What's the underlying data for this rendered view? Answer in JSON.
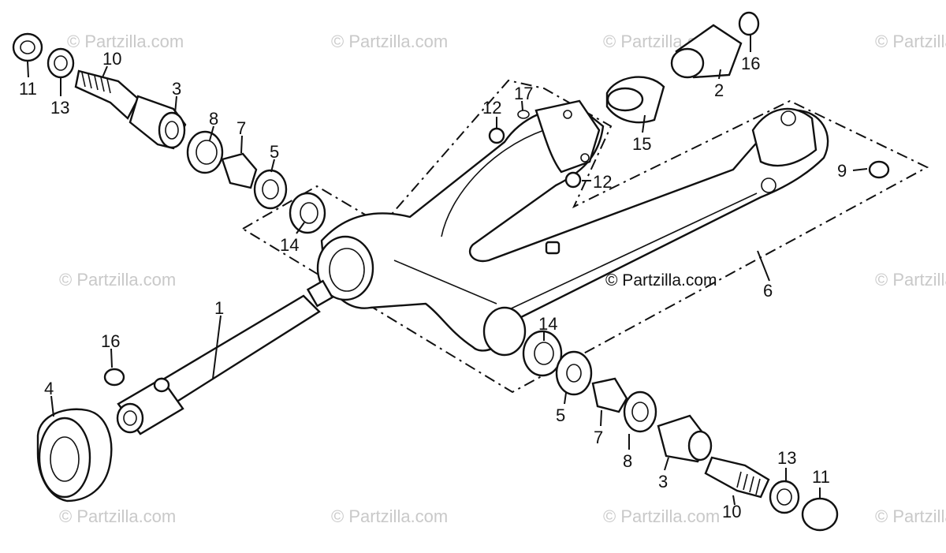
{
  "copyright_label": "© Partzilla.com",
  "watermark_text": "© Partzilla.com",
  "callouts": [
    {
      "id": "11-top",
      "text": "11"
    },
    {
      "id": "13-top",
      "text": "13"
    },
    {
      "id": "10-top",
      "text": "10"
    },
    {
      "id": "3-top",
      "text": "3"
    },
    {
      "id": "8-top",
      "text": "8"
    },
    {
      "id": "7-top",
      "text": "7"
    },
    {
      "id": "5-top",
      "text": "5"
    },
    {
      "id": "14-top",
      "text": "14"
    },
    {
      "id": "12-left",
      "text": "12"
    },
    {
      "id": "17",
      "text": "17"
    },
    {
      "id": "12-right",
      "text": "12"
    },
    {
      "id": "15",
      "text": "15"
    },
    {
      "id": "2",
      "text": "2"
    },
    {
      "id": "16-top",
      "text": "16"
    },
    {
      "id": "9",
      "text": "9"
    },
    {
      "id": "6",
      "text": "6"
    },
    {
      "id": "1",
      "text": "1"
    },
    {
      "id": "16-left",
      "text": "16"
    },
    {
      "id": "4",
      "text": "4"
    },
    {
      "id": "14-bottom",
      "text": "14"
    },
    {
      "id": "5-bottom",
      "text": "5"
    },
    {
      "id": "7-bottom",
      "text": "7"
    },
    {
      "id": "8-bottom",
      "text": "8"
    },
    {
      "id": "3-bottom",
      "text": "3"
    },
    {
      "id": "10-bottom",
      "text": "10"
    },
    {
      "id": "13-bottom",
      "text": "13"
    },
    {
      "id": "11-bottom",
      "text": "11"
    }
  ]
}
